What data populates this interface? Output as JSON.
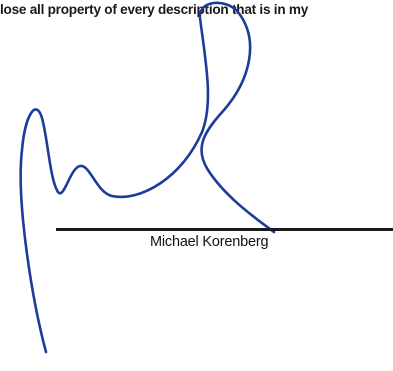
{
  "document": {
    "body_text": "lose all property of every description that is in my",
    "signer_name": "Michael Korenberg"
  },
  "signature": {
    "ink_color": "#1f3b9a",
    "signed_by": "Michael Korenberg"
  }
}
